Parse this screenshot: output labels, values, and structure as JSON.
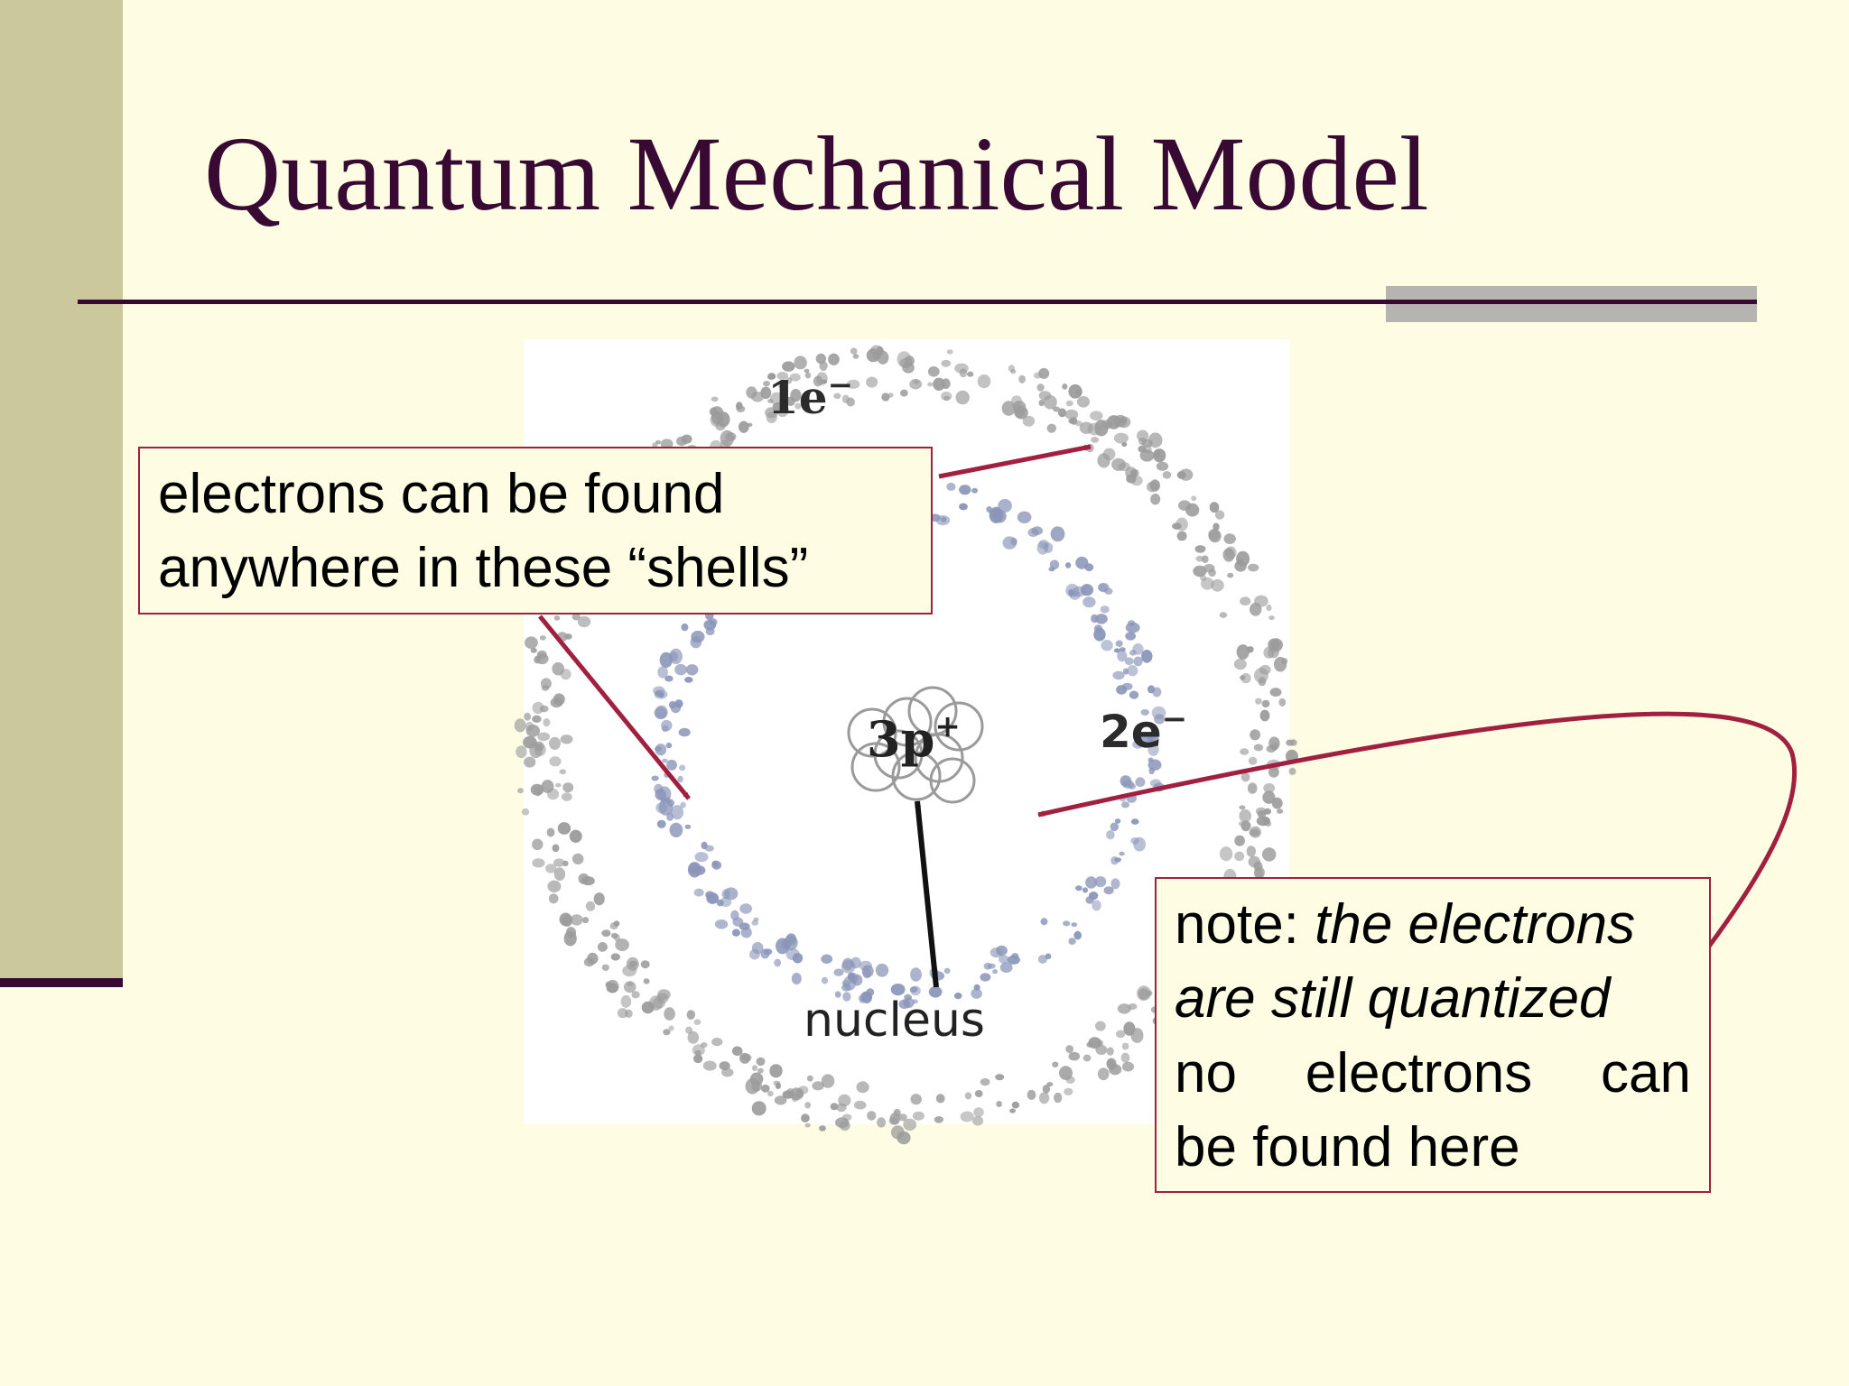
{
  "slide": {
    "title": "Quantum Mechanical Model",
    "colors": {
      "background": "#fefde4",
      "accent": "#380a33",
      "sidebar": "#cbc89b",
      "arrow": "#a1203f"
    }
  },
  "diagram": {
    "outer_shell_label": "1e",
    "outer_shell_charge": "−",
    "inner_shell_label": "2e",
    "inner_shell_charge": "−",
    "nucleus_label": "3p",
    "nucleus_charge": "+",
    "nucleus_caption": "nucleus"
  },
  "callouts": {
    "shells": {
      "line1": "electrons can be found",
      "line2": "anywhere in these “shells”"
    },
    "note": {
      "prefix": "note: ",
      "italic1": "the electrons",
      "italic2": "are still quantized",
      "line3": "no electrons can",
      "line4": "be found here"
    }
  }
}
